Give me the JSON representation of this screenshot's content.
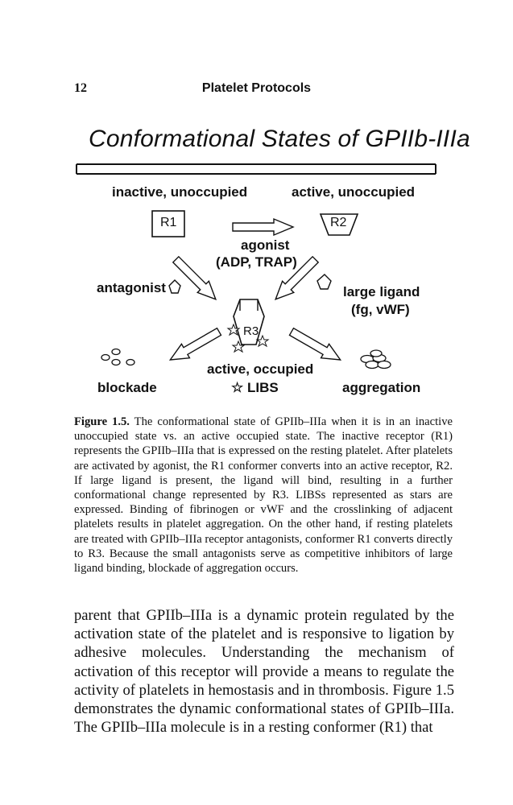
{
  "header": {
    "page_number": "12",
    "running_head": "Platelet Protocols"
  },
  "figure": {
    "title": "Conformational States of GPIIb-IIIa",
    "labels": {
      "inactive_unoccupied": "inactive, unoccupied",
      "active_unoccupied": "active, unoccupied",
      "r1": "R1",
      "r2": "R2",
      "r3": "R3",
      "agonist": "agonist",
      "agonist_examples": "(ADP, TRAP)",
      "antagonist": "antagonist",
      "large_ligand": "large ligand",
      "large_ligand_examples": "(fg, vWF)",
      "active_occupied": "active, occupied",
      "libs": "☆ LIBS",
      "blockade": "blockade",
      "aggregation": "aggregation"
    },
    "caption_label": "Figure 1.5.",
    "caption_text": "The conformational state of GPIIb–IIIa when it is in an inactive unoccupied state vs. an active occupied state. The inactive receptor (R1) represents the GPIIb–IIIa that is expressed on the resting platelet. After platelets are activated by agonist, the R1 conformer converts into an active receptor, R2. If large ligand is present, the ligand will bind, resulting in a further conformational change represented by R3. LIBSs represented as stars are expressed. Binding of fibrinogen or vWF and the crosslinking of adjacent platelets results in platelet aggregation. On the other hand, if resting platelets are treated with GPIIb–IIIa receptor antagonists, conformer R1 converts directly to R3. Because the small antagonists serve as competitive inhibitors of large ligand binding, blockade of aggregation occurs."
  },
  "body_text": "parent that GPIIb–IIIa is a dynamic protein regulated by the activation state of the platelet and is responsive to ligation by adhesive molecules. Understanding the mechanism of activation of this receptor will provide a means to regulate the activity of platelets in hemostasis and in thrombosis. Figure 1.5 demonstrates the dynamic conformational states of GPIIb–IIIa. The GPIIb–IIIa molecule is in a resting conformer (R1) that"
}
